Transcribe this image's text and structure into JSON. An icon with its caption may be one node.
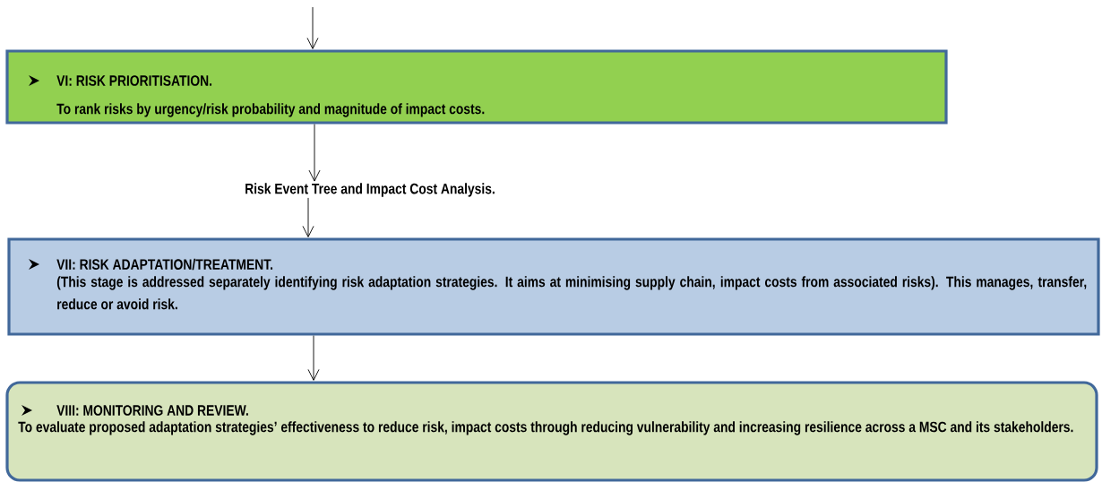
{
  "diagram": {
    "nodes": [
      {
        "text": [
          "VI: RISK PRIORITISATION.",
          "To rank risks by urgency/risk probability and magnitude of impact costs."
        ]
      },
      {
        "text": [
          "Risk Event Tree and Impact Cost Analysis."
        ]
      },
      {
        "text": [
          "VII: RISK ADAPTATION/TREATMENT.",
          "(This stage is addressed separately identifying risk adaptation strategies. It aims at minimising supply chain, impact costs from associated risks). This manages, transfer, reduce or avoid risk."
        ]
      },
      {
        "text": [
          "VIII: MONITORING AND REVIEW.",
          "To evaluate proposed adaptation strategies’ effectiveness to reduce risk, impact costs through reducing vulnerability and increasing resilience across a MSC and its stakeholders."
        ]
      }
    ],
    "edges": [
      {
        "from": null,
        "to": 0,
        "arrow": "to"
      },
      {
        "from": 0,
        "to": 1,
        "arrow": "to"
      },
      {
        "from": 1,
        "to": 2,
        "arrow": "to"
      },
      {
        "from": 2,
        "to": 3,
        "arrow": "to"
      }
    ]
  }
}
